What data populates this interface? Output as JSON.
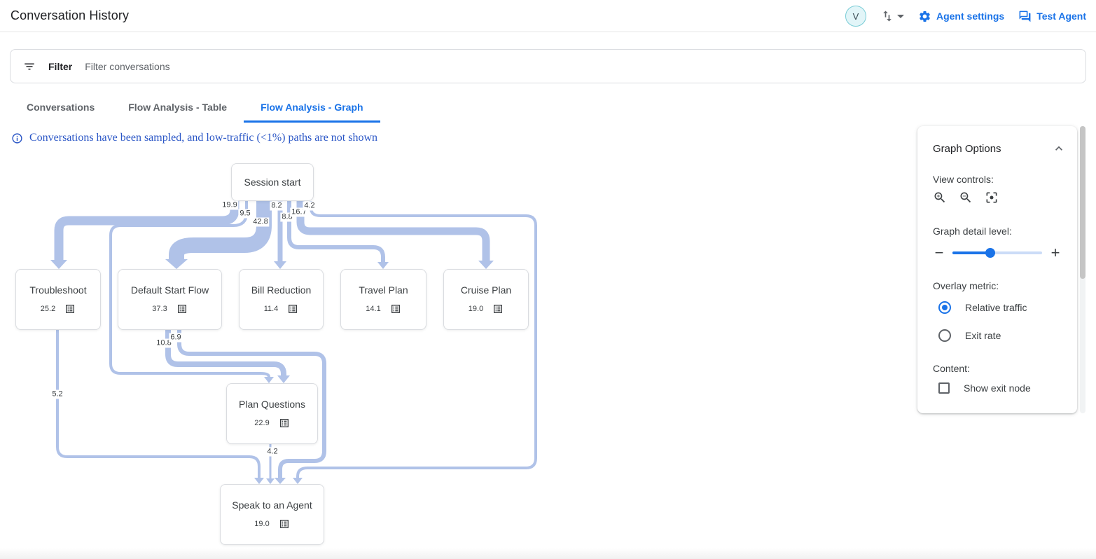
{
  "header": {
    "title": "Conversation History",
    "avatar_initial": "V",
    "agent_settings_label": "Agent settings",
    "test_agent_label": "Test Agent"
  },
  "filter": {
    "label": "Filter",
    "placeholder": "Filter conversations"
  },
  "tabs": [
    {
      "label": "Conversations",
      "active": false
    },
    {
      "label": "Flow Analysis - Table",
      "active": false
    },
    {
      "label": "Flow Analysis - Graph",
      "active": true
    }
  ],
  "notice": "Conversations have been sampled, and low-traffic (<1%) paths are not shown",
  "graph": {
    "nodes": [
      {
        "title": "Session start",
        "value": ""
      },
      {
        "title": "Troubleshoot",
        "value": "25.2"
      },
      {
        "title": "Default Start Flow",
        "value": "37.3"
      },
      {
        "title": "Bill Reduction",
        "value": "11.4"
      },
      {
        "title": "Travel Plan",
        "value": "14.1"
      },
      {
        "title": "Cruise Plan",
        "value": "19.0"
      },
      {
        "title": "Plan Questions",
        "value": "22.9"
      },
      {
        "title": "Speak to an Agent",
        "value": "19.0"
      }
    ],
    "edges": [
      {
        "from": "Session start",
        "to": "Troubleshoot",
        "label": "19.9"
      },
      {
        "from": "Session start",
        "to": "Plan Questions",
        "label": "9.5"
      },
      {
        "from": "Session start",
        "to": "Default Start Flow",
        "label": "42.8"
      },
      {
        "from": "Session start",
        "to": "Bill Reduction",
        "label": "8.2"
      },
      {
        "from": "Session start",
        "to": "Travel Plan",
        "label": "8.8"
      },
      {
        "from": "Session start",
        "to": "Cruise Plan",
        "label": "16.7"
      },
      {
        "from": "Session start",
        "to": "Speak to an Agent",
        "label": "4.2"
      },
      {
        "from": "Default Start Flow",
        "to": "Plan Questions",
        "label": "10.8"
      },
      {
        "from": "Default Start Flow",
        "to": "Speak to an Agent",
        "label": "6.9"
      },
      {
        "from": "Troubleshoot",
        "to": "Speak to an Agent",
        "label": "5.2"
      },
      {
        "from": "Plan Questions",
        "to": "Speak to an Agent",
        "label": "4.2"
      }
    ],
    "edge_color": "#b0c2e8"
  },
  "graph_options": {
    "title": "Graph Options",
    "view_controls_label": "View controls:",
    "detail_label": "Graph detail level:",
    "detail_value_pct": 42,
    "overlay_label": "Overlay metric:",
    "overlay_options": [
      {
        "label": "Relative traffic",
        "selected": true
      },
      {
        "label": "Exit rate",
        "selected": false
      }
    ],
    "content_label": "Content:",
    "show_exit_node_label": "Show exit node",
    "show_exit_node_checked": false,
    "accent_color": "#1a73e8"
  }
}
